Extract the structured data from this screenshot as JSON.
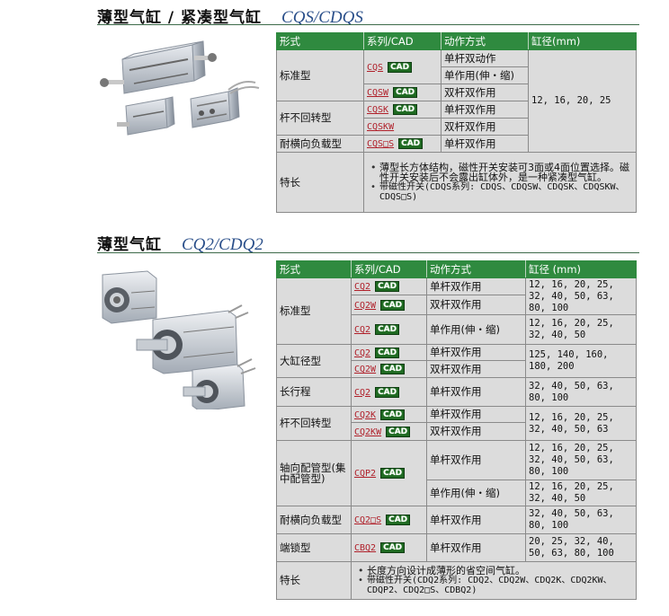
{
  "section1": {
    "title": "薄型气缸 / 紧凑型气缸",
    "model": "CQS/CDQS",
    "photo_alt": "CQS compact cylinders product photo",
    "headers": [
      "形式",
      "系列/CAD",
      "动作方式",
      "缸径(mm)"
    ],
    "rows": [
      {
        "type": "标准型",
        "series": "CQS",
        "cad": "CAD",
        "actions": [
          "单杆双动作",
          "单作用(伸・缩)"
        ]
      },
      {
        "type": "",
        "series": "CQSW",
        "cad": "CAD",
        "actions": [
          "双杆双作用"
        ]
      },
      {
        "type": "杆不回转型",
        "series": "CQSK",
        "cad": "CAD",
        "actions": [
          "单杆双作用"
        ]
      },
      {
        "type": "",
        "series": "CQSKW",
        "cad": "",
        "actions": [
          "双杆双作用"
        ]
      },
      {
        "type": "耐横向负载型",
        "series": "CQS□S",
        "cad": "CAD",
        "actions": [
          "单杆双作用"
        ]
      }
    ],
    "bore_all": "12, 16, 20, 25",
    "features_label": "特长",
    "features": [
      "薄型长方体结构，磁性开关安装可3面或4面位置选择。磁性开关安装后不会露出缸体外，是一种紧凑型气缸。",
      "带磁性开关(CDQS系列: CDQS、CDQSW、CDQSK、CDQSKW、CDQS□S)"
    ]
  },
  "section2": {
    "title": "薄型气缸",
    "model": "CQ2/CDQ2",
    "photo_alt": "CQ2 thin cylinders product photo",
    "headers": [
      "形式",
      "系列/CAD",
      "动作方式",
      "缸径 (mm)"
    ],
    "groups": {
      "standard": {
        "type": "标准型",
        "r1_series": "CQ2",
        "r1_action": "单杆双作用",
        "r2_series": "CQ2W",
        "r2_action": "双杆双作用",
        "r12_bore": "12, 16, 20, 25, 32, 40, 50, 63, 80, 100",
        "r3_series": "CQ2",
        "r3_action": "单作用(伸・缩)",
        "r3_bore": "12, 16, 20, 25, 32, 40, 50"
      },
      "large_bore": {
        "type": "大缸径型",
        "r1_series": "CQ2",
        "r1_action": "单杆双作用",
        "r2_series": "CQ2W",
        "r2_action": "双杆双作用",
        "bore": "125, 140, 160, 180, 200"
      },
      "long_stroke": {
        "type": "长行程",
        "series": "CQ2",
        "action": "单杆双作用",
        "bore": "32, 40, 50, 63, 80, 100"
      },
      "non_rotating": {
        "type": "杆不回转型",
        "r1_series": "CQ2K",
        "r1_action": "单杆双作用",
        "r2_series": "CQ2KW",
        "r2_action": "双杆双作用",
        "bore": "12, 16, 20, 25, 32, 40, 50, 63"
      },
      "axial_piping": {
        "type": "轴向配管型(集中配管型)",
        "series": "CQP2",
        "r1_action": "单杆双作用",
        "r1_bore": "12, 16, 20, 25, 32, 40, 50, 63, 80, 100",
        "r2_action": "单作用(伸・缩)",
        "r2_bore": "12, 16, 20, 25, 32, 40, 50"
      },
      "lateral_load": {
        "type": "耐横向负载型",
        "series": "CQ2□S",
        "action": "单杆双作用",
        "bore": "32, 40, 50, 63, 80, 100"
      },
      "end_lock": {
        "type": "端锁型",
        "series": "CBQ2",
        "action": "单杆双作用",
        "bore": "20, 25, 32, 40, 50, 63, 80, 100"
      }
    },
    "cad": "CAD",
    "features_label": "特长",
    "features": [
      "长度方向设计成薄形的省空间气缸。",
      "带磁性开关(CDQ2系列: CDQ2、CDQ2W、CDQ2K、CDQ2KW、CDQP2、CDQ2□S、CDBQ2)"
    ]
  }
}
